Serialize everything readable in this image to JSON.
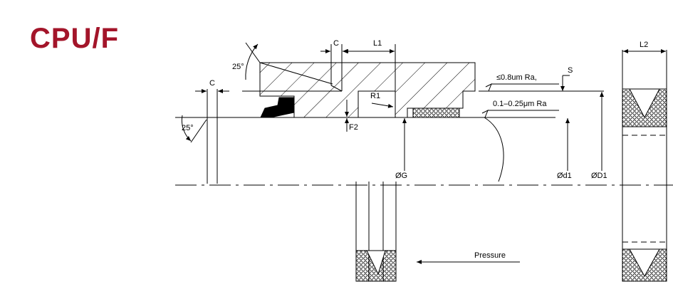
{
  "title": "CPU/F",
  "colors": {
    "title": "#a3152a",
    "line": "#000000",
    "background": "#ffffff"
  },
  "labels": {
    "angle_top": "25°",
    "angle_left": "25°",
    "chamfer_left": "C",
    "chamfer_top": "C",
    "l1": "L1",
    "l2": "L2",
    "r1": "R1",
    "f2": "F2",
    "s": "S",
    "roughness_bore": "≤0.8um Ra,",
    "roughness_rod": "0.1–0.25μm Ra",
    "dia_g": "ØG",
    "dia_d1_small": "Ød1",
    "dia_d1_large": "ØD1",
    "pressure": "Pressure"
  }
}
